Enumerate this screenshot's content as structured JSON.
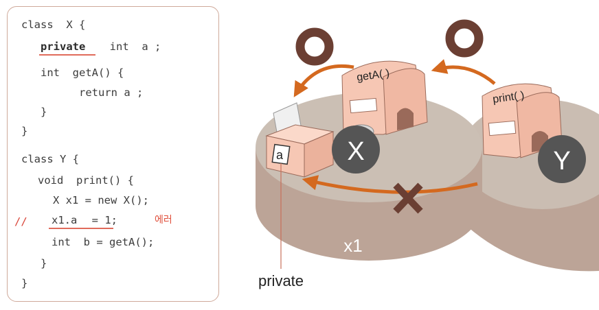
{
  "code": {
    "lines": [
      "class  X {",
      "private",
      "  int  a ;",
      "int  getA() {",
      "return a ;",
      "}",
      "}",
      "class Y {",
      "void  print() {",
      "X x1 = new X();",
      "//",
      "x1.a",
      "  = 1;",
      "에러",
      "int  b = getA();",
      "}",
      "}"
    ]
  },
  "diagram": {
    "getA_label": "getA( )",
    "print_label": "print( )",
    "x_label": "X",
    "y_label": "Y",
    "instance_label": "x1",
    "field_label": "a",
    "private_label": "private",
    "allowed_mark": "circle",
    "denied_mark": "cross",
    "colors": {
      "arrow": "#d4691f",
      "circle": "#6b3f33",
      "cross": "#6b3f33",
      "platform_top": "#cbbfb4",
      "platform_side": "#bda89b",
      "box": "#f6c7b4",
      "badge": "#555555"
    }
  }
}
